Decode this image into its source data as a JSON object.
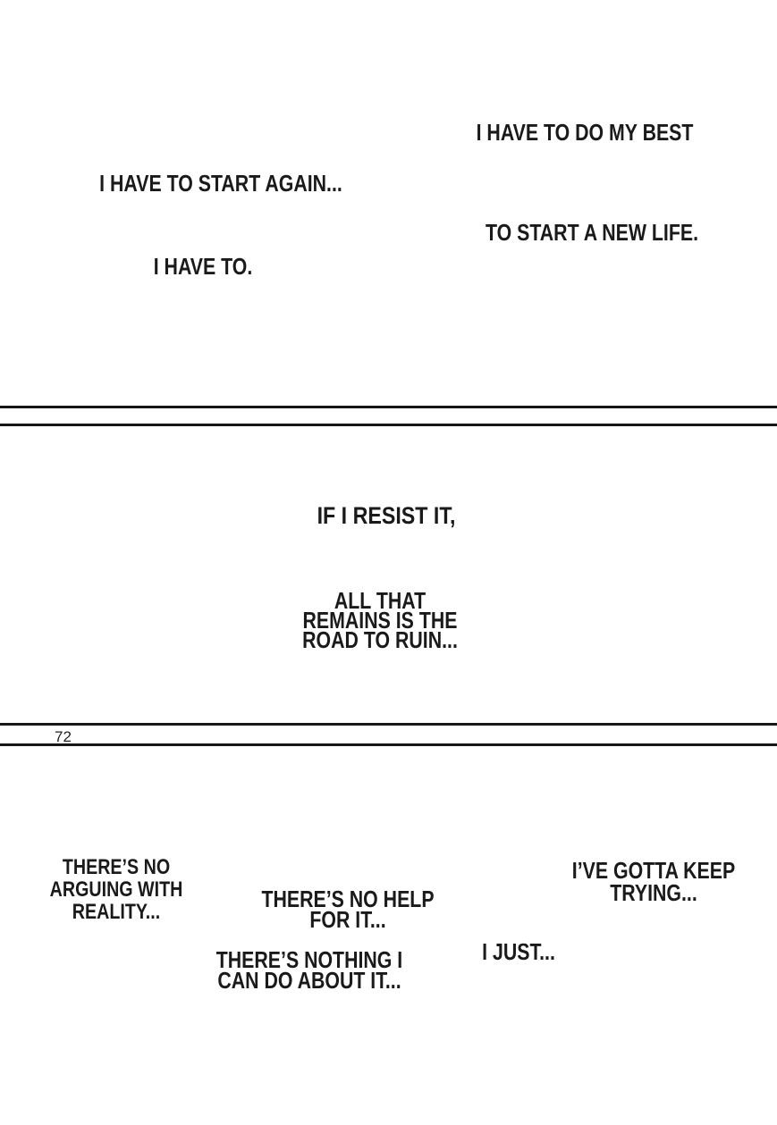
{
  "page": {
    "background": "#ffffff",
    "ink": "#1a1a1a",
    "page_number": "72"
  },
  "monologue": {
    "do_my_best": "I HAVE TO DO MY BEST",
    "start_again": "I HAVE TO START AGAIN...",
    "new_life": "TO START A NEW LIFE.",
    "i_have_to": "I HAVE TO.",
    "if_i_resist": "IF I RESIST IT,",
    "road_to_ruin": {
      "lines": [
        "ALL THAT",
        "REMAINS IS THE",
        "ROAD TO RUIN..."
      ]
    },
    "no_arguing": {
      "lines": [
        "THERE’S NO",
        "ARGUING WITH",
        "REALITY..."
      ]
    },
    "keep_trying": {
      "lines": [
        "I’VE GOTTA KEEP",
        "TRYING..."
      ]
    },
    "no_help": {
      "lines": [
        "THERE’S NO HELP",
        "FOR IT..."
      ]
    },
    "i_just": "I JUST...",
    "nothing_i_can_do": {
      "lines": [
        "THERE’S NOTHING I",
        "CAN DO ABOUT IT..."
      ]
    }
  }
}
